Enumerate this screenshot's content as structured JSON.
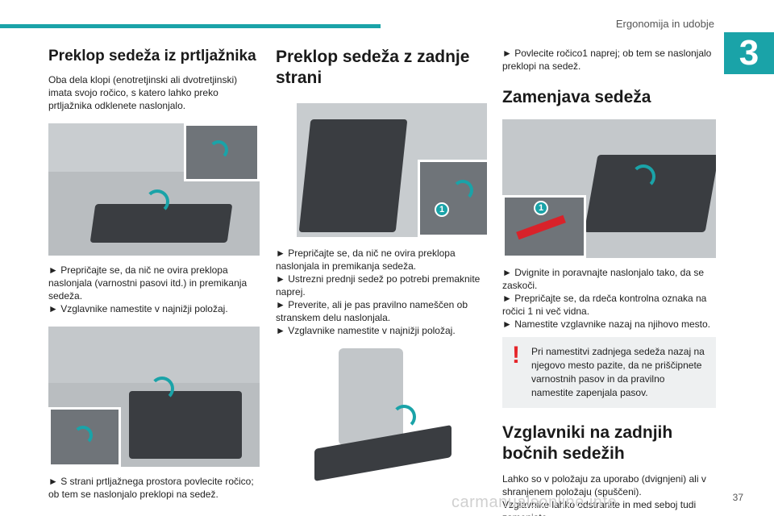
{
  "header": {
    "section": "Ergonomija in udobje",
    "chapter": "3"
  },
  "col1": {
    "title": "Preklop sedeža iz prtljažnika",
    "intro": "Oba dela klopi (enotretjinski ali dvotretjinski) imata svojo ročico, s katero lahko preko prtljažnika odklenete naslonjalo.",
    "step1": "► Prepričajte se, da nič ne ovira preklopa naslonjala (varnostni pasovi itd.) in premikanja sedeža.",
    "step2": "► Vzglavnike namestite v najnižji položaj.",
    "step3": "► S strani prtljažnega prostora povlecite ročico; ob tem se naslonjalo preklopi na sedež."
  },
  "col2": {
    "title": "Preklop sedeža z zadnje strani",
    "badge": "1",
    "step1": "► Prepričajte se, da nič ne ovira preklopa naslonjala in premikanja sedeža.",
    "step2": "► Ustrezni prednji sedež po potrebi premaknite naprej.",
    "step3": "► Preverite, ali je pas pravilno nameščen ob stranskem delu naslonjala.",
    "step4": "► Vzglavnike namestite v najnižji položaj."
  },
  "col3": {
    "step_pull": "► Povlecite ročico1 naprej; ob tem se naslonjalo preklopi na sedež.",
    "title_replace": "Zamenjava sedeža",
    "badge": "1",
    "step1": "► Dvignite in poravnajte naslonjalo tako, da se zaskoči.",
    "step2": "► Prepričajte se, da rdeča kontrolna oznaka na ročici 1 ni več vidna.",
    "step3": "► Namestite vzglavnike nazaj na njihovo mesto.",
    "warning_mark": "!",
    "warning": "Pri namestitvi zadnjega sedeža nazaj na njegovo mesto pazite, da ne priščipnete varnostnih pasov in da pravilno namestite zapenjala pasov.",
    "title_headrests": "Vzglavniki na zadnjih bočnih sedežih",
    "text1": "Lahko so v položaju za uporabo (dvignjeni) ali v shranjenem položaju (spuščeni).",
    "text2": "Vzglavnike lahko odstranite in med seboj tudi zamenjate."
  },
  "footer": {
    "page": "37",
    "watermark": "carmanualsonline.info"
  }
}
